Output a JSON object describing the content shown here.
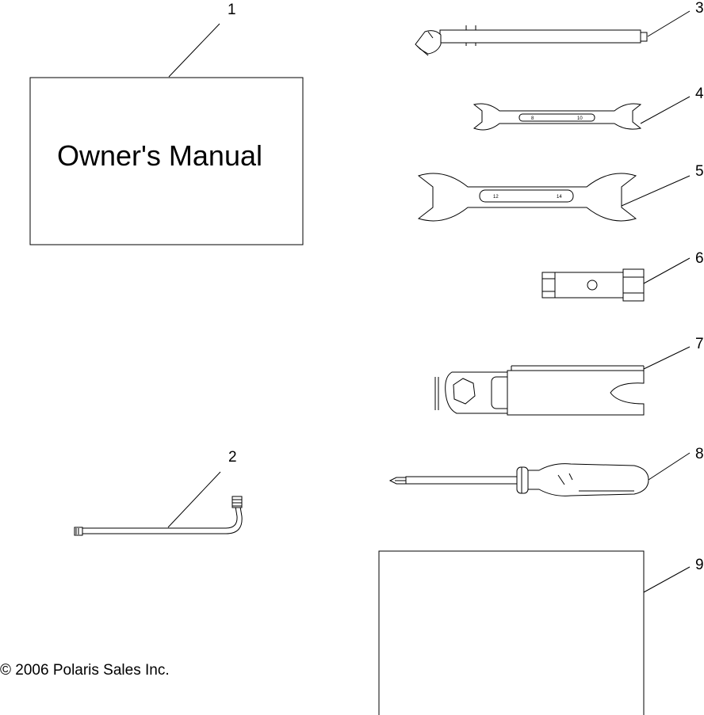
{
  "manual": {
    "title": "Owner's Manual"
  },
  "callouts": [
    "1",
    "2",
    "3",
    "4",
    "5",
    "6",
    "7",
    "8",
    "9"
  ],
  "wrench_small": {
    "size_a": "8",
    "size_b": "10"
  },
  "wrench_large": {
    "size_a": "12",
    "size_b": "14"
  },
  "copyright": "© 2006 Polaris Sales Inc."
}
